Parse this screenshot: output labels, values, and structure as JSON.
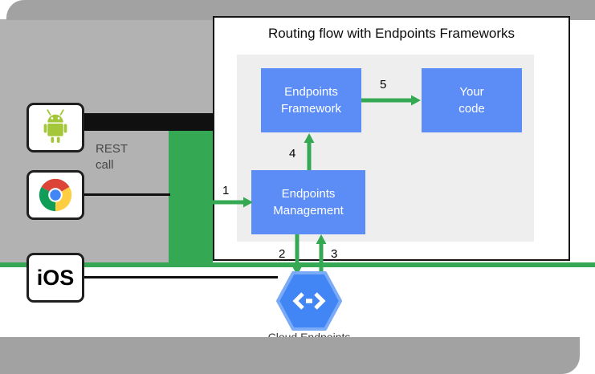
{
  "diagram_title": "Routing flow with Endpoints Frameworks",
  "flow": {
    "boxes": [
      {
        "id": "endpoints-framework",
        "lines": [
          "Endpoints",
          "Framework"
        ]
      },
      {
        "id": "your-code",
        "lines": [
          "Your",
          "code"
        ]
      },
      {
        "id": "endpoints-management",
        "lines": [
          "Endpoints",
          "Management"
        ]
      }
    ],
    "steps": [
      "1",
      "2",
      "3",
      "4",
      "5"
    ]
  },
  "clients": [
    {
      "id": "android",
      "icon": "android-robot-icon"
    },
    {
      "id": "chrome",
      "icon": "chrome-browser-icon"
    },
    {
      "id": "ios",
      "label": "iOS"
    }
  ],
  "labels": {
    "rest_line1": "REST",
    "rest_line2": "call"
  },
  "cloud_endpoints": {
    "icon": "cloud-endpoints-hexagon-icon",
    "caption": "Cloud Endpoints"
  },
  "colors": {
    "green": "#34a853",
    "flow_box_blue": "#5c8df6",
    "hexagon_blue": "#4285f4",
    "hexagon_border": "#7baaf7",
    "frame_gray": "#a2a2a2",
    "client_area_gray": "#b2b2b2",
    "inner_panel_gray": "#eeeeee",
    "android_green": "#a4c639"
  }
}
